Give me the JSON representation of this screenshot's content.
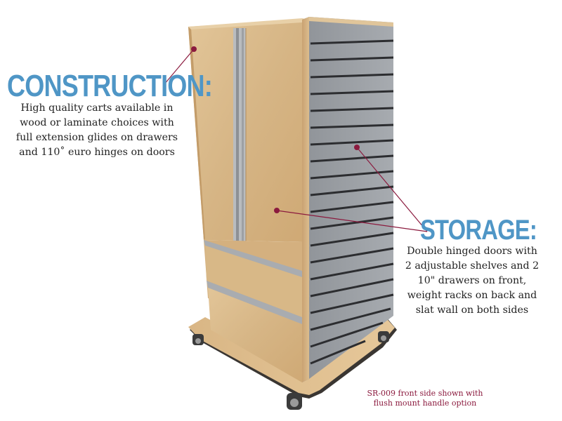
{
  "construction": {
    "heading": "CONSTRUCTION:",
    "lines": [
      "High quality carts available in",
      "wood or laminate choices with",
      "full extension glides on drawers",
      "and 110˚ euro hinges on doors"
    ]
  },
  "storage": {
    "heading": "STORAGE:",
    "lines": [
      "Double hinged doors with",
      "2 adjustable shelves and 2",
      "10\" drawers on front,",
      "weight racks on back and",
      "slat wall on both sides"
    ]
  },
  "caption": {
    "lines": [
      "SR-009 front side shown with",
      "flush mount handle option"
    ]
  },
  "colors": {
    "heading": "#4f96c6",
    "callout": "#8b1a3e",
    "wood": "#d9b98c",
    "slatwall": "#9a9ea3"
  }
}
